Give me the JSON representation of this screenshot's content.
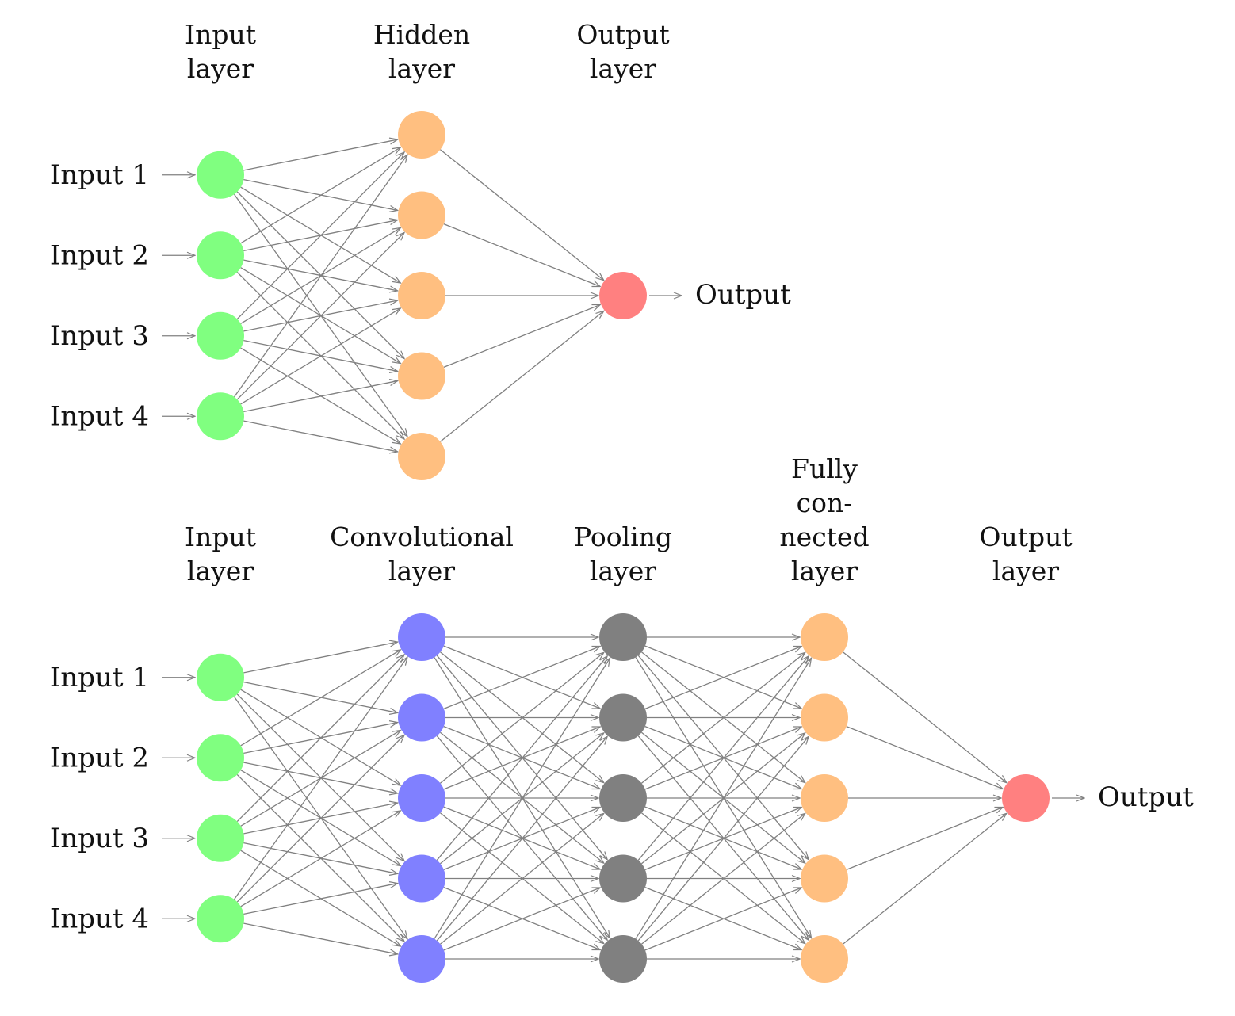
{
  "colors": {
    "input_node": "#80ff80",
    "hidden_node": "#ffbf80",
    "output_node": "#ff8080",
    "conv_node": "#8080ff",
    "pool_node": "#808080",
    "fc_node": "#ffbf80",
    "edge": "#808080"
  },
  "diagram_top": {
    "layer_titles": [
      [
        "Input",
        "layer"
      ],
      [
        "Hidden",
        "layer"
      ],
      [
        "Output",
        "layer"
      ]
    ],
    "layers": [
      {
        "kind": "input",
        "count": 4,
        "color_key": "input_node"
      },
      {
        "kind": "hidden",
        "count": 5,
        "color_key": "hidden_node"
      },
      {
        "kind": "output",
        "count": 1,
        "color_key": "output_node"
      }
    ],
    "input_labels": [
      "Input 1",
      "Input 2",
      "Input 3",
      "Input 4"
    ],
    "output_label": "Output"
  },
  "diagram_bottom": {
    "layer_titles": [
      [
        "Input",
        "layer"
      ],
      [
        "Convolutional",
        "layer"
      ],
      [
        "Pooling",
        "layer"
      ],
      [
        "Fully",
        "con-",
        "nected",
        "layer"
      ],
      [
        "Output",
        "layer"
      ]
    ],
    "layers": [
      {
        "kind": "input",
        "count": 4,
        "color_key": "input_node"
      },
      {
        "kind": "convolutional",
        "count": 5,
        "color_key": "conv_node"
      },
      {
        "kind": "pooling",
        "count": 5,
        "color_key": "pool_node"
      },
      {
        "kind": "fully-connected",
        "count": 5,
        "color_key": "fc_node"
      },
      {
        "kind": "output",
        "count": 1,
        "color_key": "output_node"
      }
    ],
    "input_labels": [
      "Input 1",
      "Input 2",
      "Input 3",
      "Input 4"
    ],
    "output_label": "Output"
  }
}
